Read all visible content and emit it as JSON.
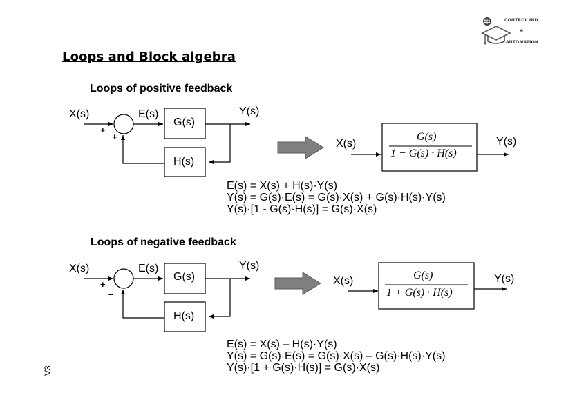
{
  "logo": {
    "line1": "CONTROL IND.",
    "line2": "&",
    "line3": "AUTOMATION",
    "icon": "graduation-cap-icon"
  },
  "title": "Loops and Block algebra",
  "positive": {
    "heading": "Loops of positive feedback",
    "input": "X(s)",
    "error": "E(s)",
    "output": "Y(s)",
    "forward_block": "G(s)",
    "feedback_block": "H(s)",
    "sign_input": "+",
    "sign_feedback": "+",
    "equivalent": {
      "input": "X(s)",
      "output": "Y(s)",
      "numerator": "G(s)",
      "denominator": "1 − G(s) · H(s)"
    },
    "equations": [
      "E(s) = X(s) + H(s)·Y(s)",
      "Y(s) = G(s)·E(s) = G(s)·X(s) + G(s)·H(s)·Y(s)",
      "Y(s)·[1 - G(s)·H(s)] = G(s)·X(s)"
    ]
  },
  "negative": {
    "heading": "Loops of negative feedback",
    "input": "X(s)",
    "error": "E(s)",
    "output": "Y(s)",
    "forward_block": "G(s)",
    "feedback_block": "H(s)",
    "sign_input": "+",
    "sign_feedback": "–",
    "equivalent": {
      "input": "X(s)",
      "output": "Y(s)",
      "numerator": "G(s)",
      "denominator": "1 + G(s) · H(s)"
    },
    "equations": [
      "E(s) = X(s) – H(s)·Y(s)",
      "Y(s) = G(s)·E(s) = G(s)·X(s) – G(s)·H(s)·Y(s)",
      "Y(s)·[1 + G(s)·H(s)] = G(s)·X(s)"
    ]
  },
  "version": "V3",
  "colors": {
    "line": "#000000",
    "arrow_fill": "#7f7f7f",
    "arrow_stroke": "#595959"
  }
}
